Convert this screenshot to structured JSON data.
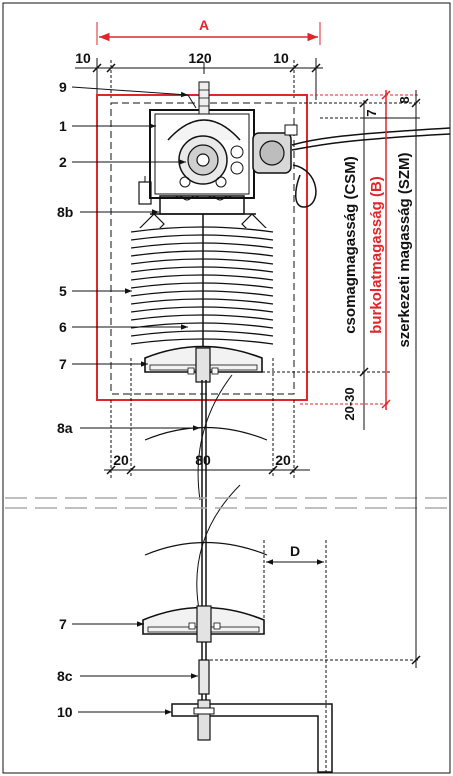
{
  "colors": {
    "accent_red": "#e0262b",
    "line": "#111111"
  },
  "dimensions": {
    "A": "A",
    "top_left": "10",
    "top_mid": "120",
    "top_right": "10",
    "bottom_left": "20",
    "bottom_mid": "80",
    "bottom_right": "20",
    "clearance": "20-30",
    "top_offset_7": "7",
    "top_offset_8": "8",
    "D": "D"
  },
  "callouts": {
    "c9": "9",
    "c1": "1",
    "c2": "2",
    "c8b": "8b",
    "c5": "5",
    "c6": "6",
    "c7_upper": "7",
    "c8a": "8a",
    "c7_lower": "7",
    "c8c": "8c",
    "c10": "10"
  },
  "vertical_labels": {
    "csm": "csomagmagasság (CSM)",
    "b": "burkolatmagasság (B)",
    "szm": "szerkezeti magasság (SZM)"
  }
}
